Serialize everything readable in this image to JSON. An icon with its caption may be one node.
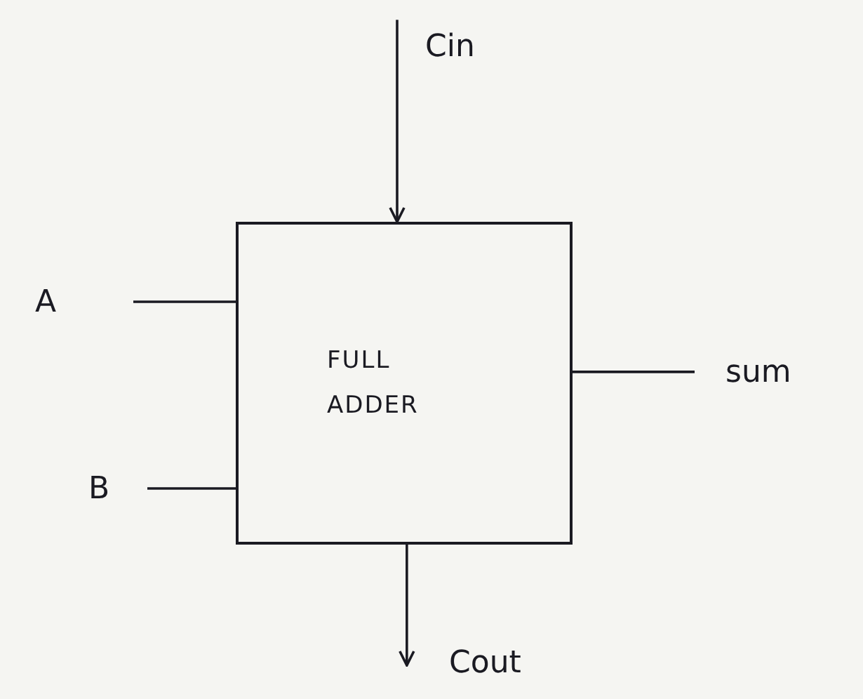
{
  "diagram": {
    "nodes": [
      {
        "text": [
          "Cin"
        ]
      },
      {
        "text": [
          "FULL ADDER"
        ]
      },
      {
        "text": [
          "A"
        ]
      },
      {
        "text": [
          "B"
        ]
      },
      {
        "text": [
          "sum"
        ]
      },
      {
        "text": [
          "Cout"
        ]
      }
    ],
    "edges": [
      {
        "from": 0,
        "to": 1,
        "arrow": "to"
      },
      {
        "from": 2,
        "to": 1,
        "arrow": "none"
      },
      {
        "from": 3,
        "to": 1,
        "arrow": "none"
      },
      {
        "from": 1,
        "to": 4,
        "arrow": "none"
      },
      {
        "from": 1,
        "to": 5,
        "arrow": "to"
      }
    ]
  }
}
